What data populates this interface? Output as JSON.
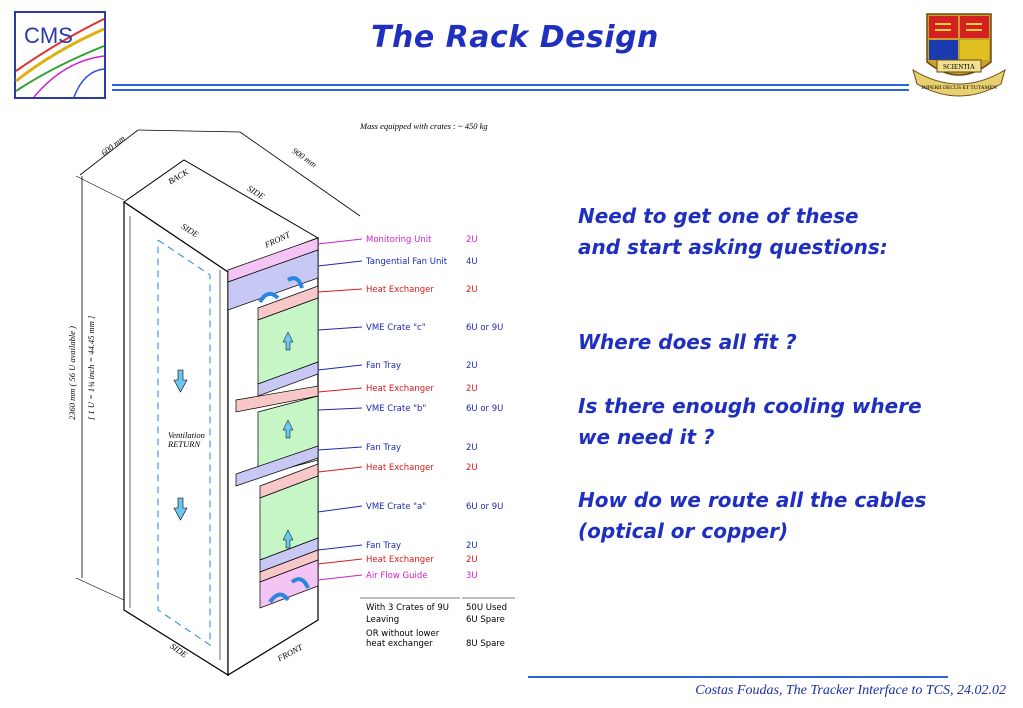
{
  "slide": {
    "title": "The Rack Design",
    "cms_logo_text": "CMS",
    "crest_motto": "IMPERII DECUS ET TUTAMEN",
    "crest_banner": "SCIENTIA",
    "questions": [
      "Need to get one of these",
      "and start asking questions:",
      "Where does all fit ?",
      "Is there enough cooling where",
      "we need it ?",
      "How do we route all the cables",
      "(optical or copper)"
    ],
    "footer": "Costas Foudas, The Tracker Interface to TCS, 24.02.02"
  },
  "diagram": {
    "mass_note": "Mass equipped with crates :  ~ 450 kg",
    "dim_back": "600 mm",
    "dim_side": "900 mm",
    "height_label_1": "2360 mm  ( 56 U  available )",
    "height_label_2": "[ 1 U = 1¾ inch = 44.45 mm ]",
    "face_back": "BACK",
    "face_side_top": "SIDE",
    "face_side_left": "SIDE",
    "face_front_top": "FRONT",
    "face_side_bottom": "SIDE",
    "face_front_bottom": "FRONT",
    "ventilation": "Ventilation",
    "return": "RETURN",
    "components": [
      {
        "name": "Monitoring Unit",
        "size": "2U",
        "color": "#d020d0"
      },
      {
        "name": "Tangential Fan Unit",
        "size": "4U",
        "color": "#1c2ab0"
      },
      {
        "name": "Heat Exchanger",
        "size": "2U",
        "color": "#e01818"
      },
      {
        "name": "VME Crate \"c\"",
        "size": "6U or 9U",
        "color": "#1c2ab0"
      },
      {
        "name": "Fan Tray",
        "size": "2U",
        "color": "#1c2ab0"
      },
      {
        "name": "Heat Exchanger",
        "size": "2U",
        "color": "#e01818"
      },
      {
        "name": "VME Crate \"b\"",
        "size": "6U or 9U",
        "color": "#1c2ab0"
      },
      {
        "name": "Fan Tray",
        "size": "2U",
        "color": "#1c2ab0"
      },
      {
        "name": "Heat Exchanger",
        "size": "2U",
        "color": "#e01818"
      },
      {
        "name": "VME Crate \"a\"",
        "size": "6U or 9U",
        "color": "#1c2ab0"
      },
      {
        "name": "Fan Tray",
        "size": "2U",
        "color": "#1c2ab0"
      },
      {
        "name": "Heat Exchanger",
        "size": "2U",
        "color": "#e01818"
      },
      {
        "name": "Air Flow Guide",
        "size": "3U",
        "color": "#d020d0"
      }
    ],
    "summary": {
      "line1_left": "With 3 Crates of 9U",
      "line2_left": "Leaving",
      "line1_right": "50U Used",
      "line2_right": "6U Spare",
      "note1": "OR without lower",
      "note2": "heat exchanger",
      "note_right": "8U Spare"
    }
  },
  "colors": {
    "title": "#1f2fbf",
    "rule": "#2b66d6",
    "crate_fill": "#c6f5c6",
    "fan_fill": "#c8c8f4",
    "hx_fill": "#f8c8c8",
    "pink_fill": "#f4c4f4"
  }
}
